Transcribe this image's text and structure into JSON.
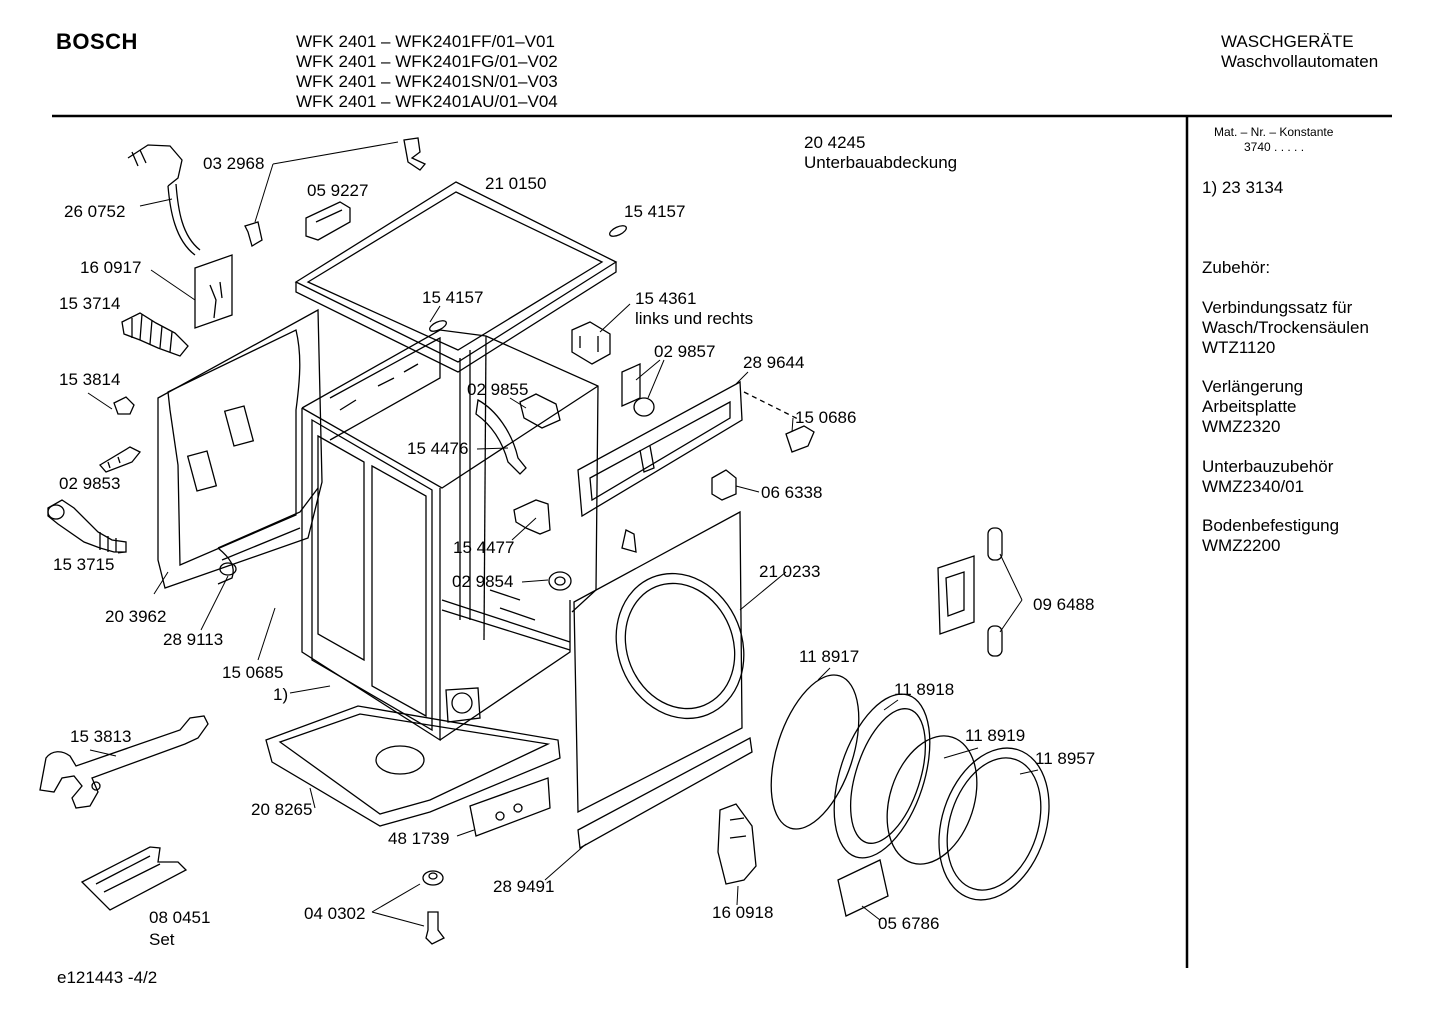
{
  "header": {
    "brand": "BOSCH",
    "models": [
      "WFK 2401 – WFK2401FF/01–V01",
      "WFK 2401 – WFK2401FG/01–V02",
      "WFK 2401 – WFK2401SN/01–V03",
      "WFK 2401 – WFK2401AU/01–V04"
    ],
    "category": "WASCHGERÄTE",
    "subcategory": "Waschvollautomaten"
  },
  "sidebar": {
    "mat_label": "Mat. – Nr. – Konstante",
    "mat_value": "3740  .  .  .  .  .",
    "note": "1)  23 3134",
    "accessories_title": "Zubehör:",
    "accessories": [
      [
        "Verbindungssatz für",
        "Wasch/Trockensäulen",
        "WTZ1120"
      ],
      [
        "Verlängerung",
        "Arbeitsplatte",
        "WMZ2320"
      ],
      [
        "Unterbauzubehör",
        "WMZ2340/01"
      ],
      [
        "Bodenbefestigung",
        "WMZ2200"
      ]
    ]
  },
  "diagram": {
    "cover_label": [
      "20 4245",
      "Unterbauabdeckung"
    ],
    "parts": {
      "p032968": "03 2968",
      "p260752": "26 0752",
      "p059227": "05 9227",
      "p210150": "21 0150",
      "p154157a": "15 4157",
      "p160917": "16 0917",
      "p153714": "15 3714",
      "p154157b": "15 4157",
      "p154361": "15 4361",
      "p154361_note": "links und rechts",
      "p029857": "02 9857",
      "p153814": "15 3814",
      "p029855": "02 9855",
      "p289644": "28 9644",
      "p150686": "15 0686",
      "p154476": "15 4476",
      "p029853": "02 9853",
      "p066338": "06 6338",
      "p154477": "15 4477",
      "p153715": "15 3715",
      "p029854": "02 9854",
      "p210233": "21 0233",
      "p203962": "20 3962",
      "p096488": "09 6488",
      "p289113": "28 9113",
      "p150685": "15 0685",
      "p118917": "11 8917",
      "p_note1": "1)",
      "p118918": "11 8918",
      "p153813": "15 3813",
      "p118919": "11 8919",
      "p118957": "11 8957",
      "p208265": "20 8265",
      "p481739": "48 1739",
      "p289491": "28 9491",
      "p080451": "08 0451",
      "p080451_note": "Set",
      "p040302": "04 0302",
      "p160918": "16 0918",
      "p056786": "05 6786"
    }
  },
  "footer": {
    "code": "e121443 -4/2"
  }
}
